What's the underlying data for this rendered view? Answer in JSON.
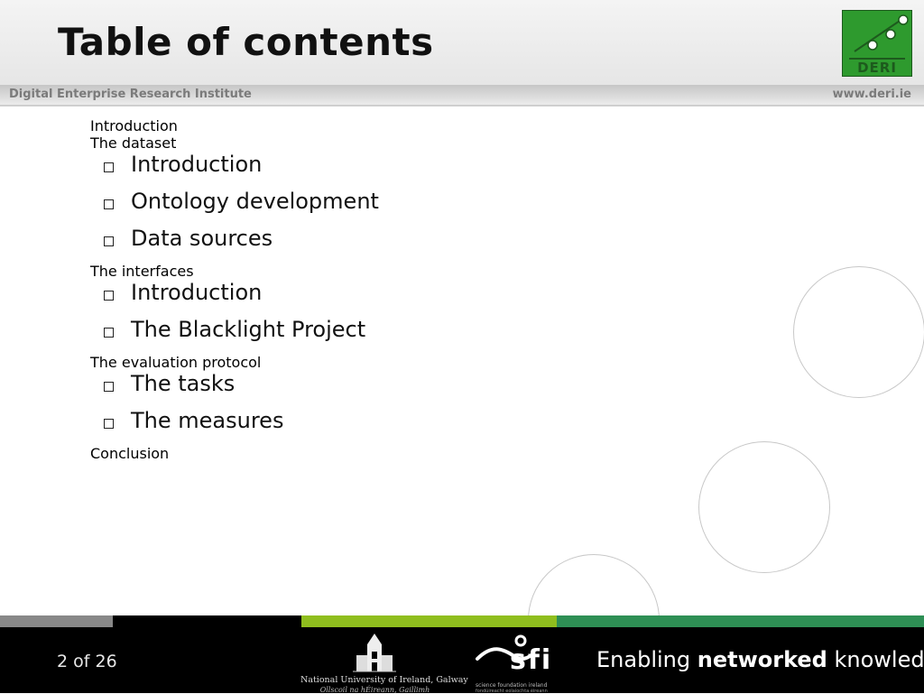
{
  "header": {
    "title": "Table of contents",
    "logo_text": "DERI",
    "institute": "Digital Enterprise Research Institute",
    "site": "www.deri.ie"
  },
  "toc": [
    {
      "label": "Introduction",
      "children": []
    },
    {
      "label": "The dataset",
      "children": [
        "Introduction",
        "Ontology development",
        "Data sources"
      ]
    },
    {
      "label": "The interfaces",
      "children": [
        "Introduction",
        "The Blacklight Project"
      ]
    },
    {
      "label": "The evaluation protocol",
      "children": [
        "The tasks",
        "The measures"
      ]
    },
    {
      "label": "Conclusion",
      "children": []
    }
  ],
  "footer": {
    "page": "2 of 26",
    "nuig_line1": "National University of Ireland, Galway",
    "nuig_line2": "Ollscoil na hÉireann, Gaillimh",
    "sfi_word": "sfi",
    "sfi_line1": "science foundation ireland",
    "sfi_line2": "fondúireacht eolaíochta éireann",
    "tagline_pre": "Enabling ",
    "tagline_bold": "networked",
    "tagline_post": " knowledge."
  },
  "colors": {
    "accent_green": "#1a8a1a",
    "logo_green": "#2e9a2e",
    "strip_gray": "#888888",
    "strip_lime": "#8fbe1e",
    "strip_teal": "#2e8f55"
  }
}
